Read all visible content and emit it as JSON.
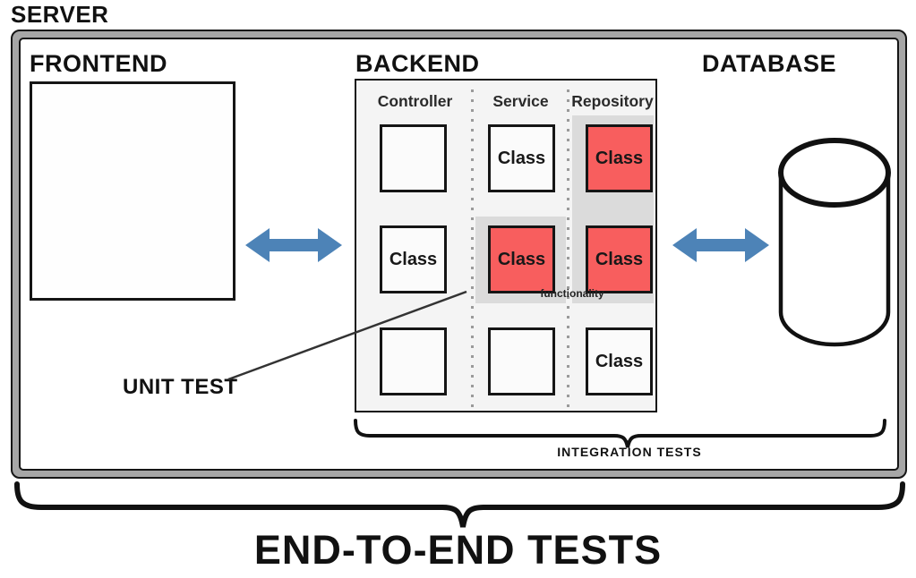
{
  "server": {
    "label": "SERVER"
  },
  "frontend": {
    "label": "FRONTEND"
  },
  "backend": {
    "label": "BACKEND",
    "columns": [
      "Controller",
      "Service",
      "Repository"
    ],
    "cells": [
      {
        "variant": "empty",
        "label": ""
      },
      {
        "variant": "plain",
        "label": "Class"
      },
      {
        "variant": "red",
        "label": "Class"
      },
      {
        "variant": "plain",
        "label": "Class"
      },
      {
        "variant": "red",
        "label": "Class"
      },
      {
        "variant": "red",
        "label": "Class"
      },
      {
        "variant": "empty",
        "label": ""
      },
      {
        "variant": "empty",
        "label": ""
      },
      {
        "variant": "plain",
        "label": "Class"
      }
    ],
    "functionality_label": "functionality"
  },
  "database": {
    "label": "DATABASE"
  },
  "annotations": {
    "unit_test": "UNIT TEST",
    "integration_tests": "INTEGRATION TESTS",
    "end_to_end_tests": "END-TO-END TESTS"
  },
  "colors": {
    "arrow_blue": "#4d83b7",
    "highlight_red": "#f85e5e",
    "panel_gray": "#f4f4f4",
    "selection_gray": "#dbdbdb",
    "frame_gray": "#a6a6a6",
    "ink": "#111111"
  }
}
